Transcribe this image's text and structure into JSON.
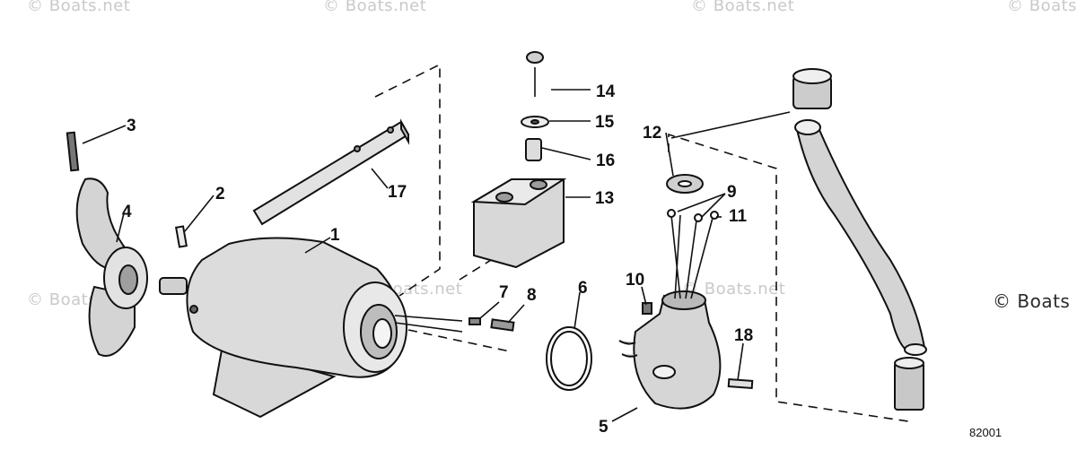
{
  "diagram": {
    "part_numbers": [
      "1",
      "2",
      "3",
      "4",
      "5",
      "6",
      "7",
      "8",
      "9",
      "10",
      "11",
      "12",
      "13",
      "14",
      "15",
      "16",
      "17",
      "18"
    ],
    "reference_code": "82001",
    "watermark": "© Boats.net",
    "watermark_edge": "© Boats",
    "watermark_edge_top": "© Boats"
  },
  "colors": {
    "ink": "#111111",
    "part_fill": "#d6d6d6",
    "watermark": "#c9c9c9"
  }
}
